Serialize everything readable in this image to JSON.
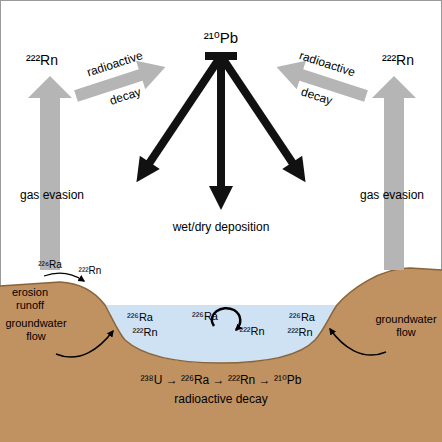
{
  "diagram": {
    "labels": [
      "²¹⁰Pb",
      "radioactive decay",
      "radioactive decay",
      "²²²Rn",
      "²²²Rn",
      "gas evasion",
      "gas evasion",
      "wet/dry deposition",
      "²²⁶Ra",
      "²²²Rn",
      "erosion runoff",
      "groundwater flow",
      "groundwater flow",
      "²²⁶Ra",
      "²²²Rn",
      "²²⁶Ra",
      "²²²Rn",
      "²²⁶Ra",
      "²²²Rn",
      "²³⁸U → ²²⁶Ra → ²²²Rn → ²¹⁰Pb",
      "radioactive decay"
    ]
  }
}
